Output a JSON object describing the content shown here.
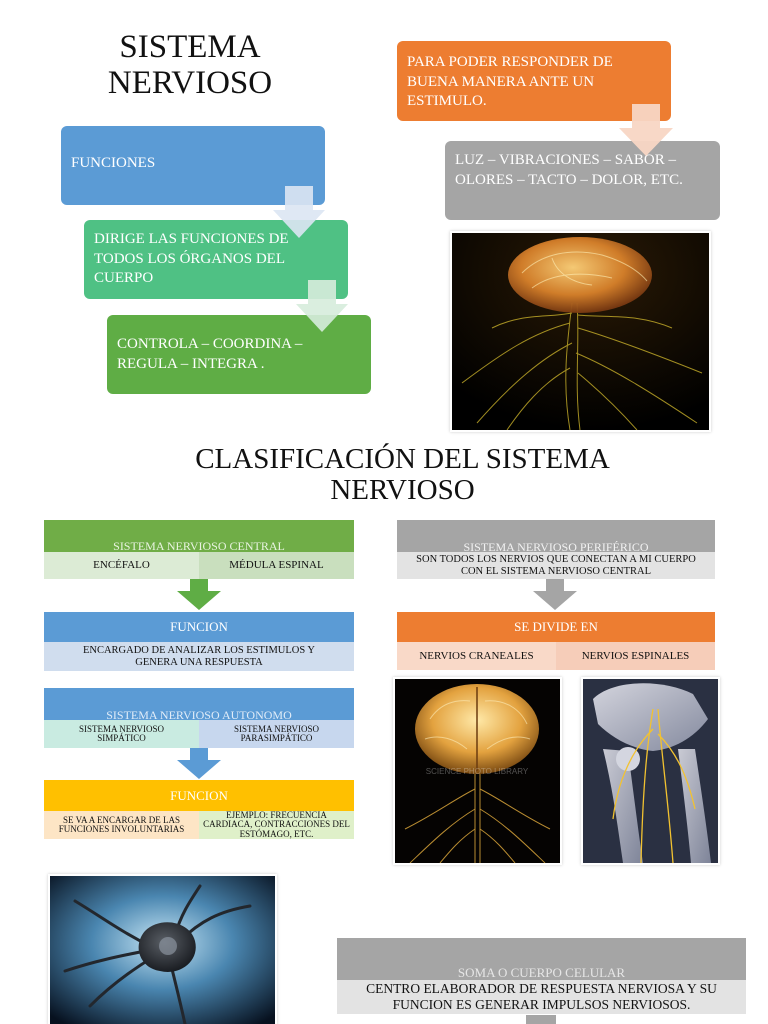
{
  "title": "SISTEMA NERVIOSO",
  "funciones_box": "FUNCIONES",
  "dirige_box": "DIRIGE LAS FUNCIONES DE TODOS LOS ÓRGANOS DEL CUERPO",
  "controla_box": "CONTROLA – COORDINA – REGULA – INTEGRA .",
  "responder_box": "PARA PODER RESPONDER DE BUENA MANERA ANTE UN ESTIMULO.",
  "estimulos_box": "LUZ – VIBRACIONES – SABOR – OLORES – TACTO – DOLOR, ETC.",
  "clasificacion_title": "CLASIFICACIÓN DEL SISTEMA NERVIOSO",
  "central": {
    "header": "SISTEMA NERVIOSO CENTRAL",
    "encefalo": "ENCÉFALO",
    "medula": "MÉDULA ESPINAL",
    "funcion_header": "FUNCION",
    "funcion_text": "ENCARGADO DE ANALIZAR LOS ESTIMULOS Y GENERA UNA RESPUESTA"
  },
  "autonomo": {
    "header": "SISTEMA NERVIOSO AUTONOMO",
    "simpatico": "SISTEMA NERVIOSO SIMPÁTICO",
    "parasimpatico": "SISTEMA NERVIOSO PARASIMPÁTICO",
    "funcion_header": "FUNCION",
    "involuntarias": "SE VA A ENCARGAR DE LAS FUNCIONES INVOLUNTARIAS",
    "ejemplo": "EJEMPLO: FRECUENCIA CARDIACA, CONTRACCIONES DEL ESTÓMAGO, ETC."
  },
  "periferico": {
    "header": "SISTEMA NERVIOSO PERIFÉRICO",
    "text": "SON TODOS LOS NERVIOS QUE CONECTAN A MI CUERPO CON EL SISTEMA NERVIOSO CENTRAL",
    "divide_header": "SE DIVIDE EN",
    "craneales": "NERVIOS CRANEALES",
    "espinales": "NERVIOS ESPINALES"
  },
  "watermark": "SCIENCE PHOTO LIBRARY",
  "soma": {
    "header": "SOMA O CUERPO CELULAR",
    "text": "CENTRO ELABORADOR DE RESPUESTA NERVIOSA Y SU FUNCION ES GENERAR IMPULSOS NERVIOSOS."
  },
  "colors": {
    "blue": "#5b9bd5",
    "green_light": "#4fc184",
    "green": "#5fad45",
    "orange": "#ed7d31",
    "gray": "#a5a5a5",
    "yellow": "#ffc000",
    "green_header": "#70ad47"
  }
}
